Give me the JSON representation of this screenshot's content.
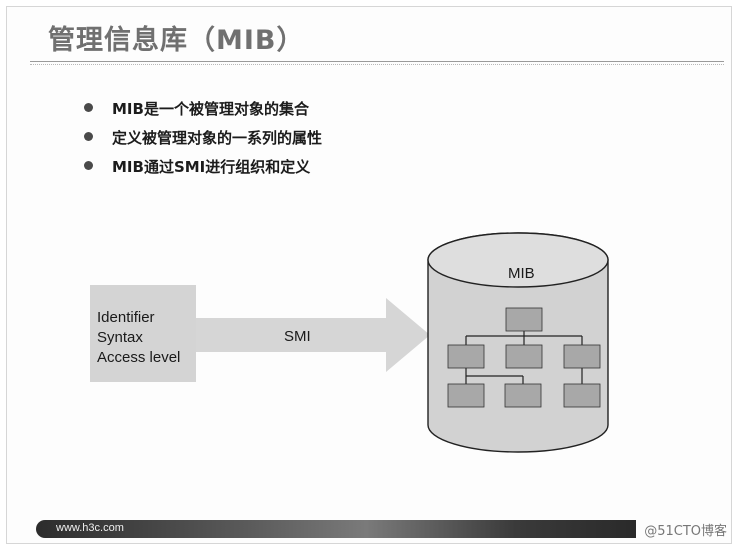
{
  "title": "管理信息库（MIB）",
  "bullets": [
    "MIB是一个被管理对象的集合",
    "定义被管理对象的一系列的属性",
    "MIB通过SMI进行组织和定义"
  ],
  "diagram": {
    "attributes": [
      "Identifier",
      "Syntax",
      "Access level"
    ],
    "arrow_label": "SMI",
    "database_label": "MIB"
  },
  "footer": {
    "url": "www.h3c.com",
    "watermark": "@51CTO博客"
  }
}
